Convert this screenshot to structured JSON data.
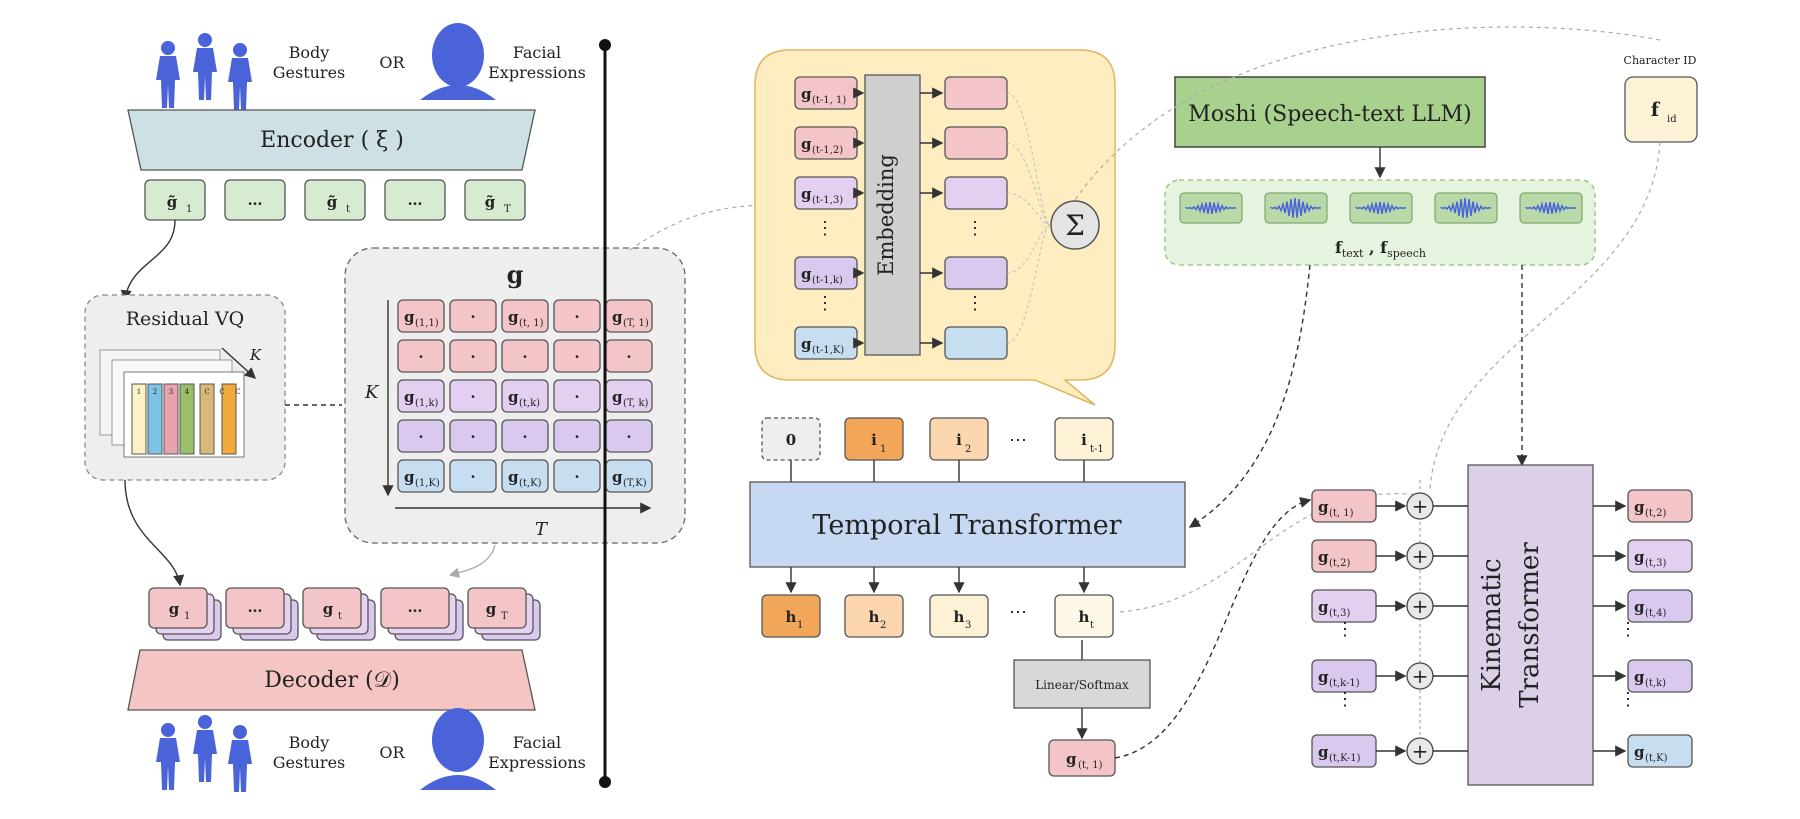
{
  "left": {
    "top_legend": {
      "body": "Body Gestures",
      "body_l1": "Body",
      "body_l2": "Gestures",
      "or": "OR",
      "face_l1": "Facial",
      "face_l2": "Expressions"
    },
    "bottom_legend": {
      "body_l1": "Body",
      "body_l2": "Gestures",
      "or": "OR",
      "face_l1": "Facial",
      "face_l2": "Expressions"
    },
    "encoder": "Encoder ( ξ )",
    "decoder": "Decoder (𝒟)",
    "residual_vq": "Residual VQ",
    "vq_k": "K",
    "latents": [
      "g̃",
      "…",
      "g̃",
      "…",
      "g̃"
    ],
    "latent_subs": [
      "1",
      "",
      "t",
      "",
      "T"
    ],
    "decoded": [
      "g",
      "…",
      "g",
      "…",
      "g"
    ],
    "decoded_subs": [
      "1",
      "",
      "t",
      "",
      "T"
    ],
    "grid_title": "g",
    "grid_k": "K",
    "grid_t": "T",
    "grid_cells": [
      [
        "(1,1)",
        "·",
        "(t, 1)",
        "·",
        "(T, 1)"
      ],
      [
        "·",
        "·",
        "·",
        "·",
        "·"
      ],
      [
        "(1,k)",
        "·",
        "(t,k)",
        "·",
        "(T, k)"
      ],
      [
        "·",
        "·",
        "·",
        "·",
        "·"
      ],
      [
        "(1,K)",
        "·",
        "(t,K)",
        "·",
        "(T,K)"
      ]
    ],
    "vq_codebook_digits": [
      "1",
      "2",
      "3",
      "4",
      "C",
      "C",
      "C"
    ]
  },
  "embedding": {
    "label": "Embedding",
    "inputs": [
      "(t-1, 1)",
      "(t-1,2)",
      "(t-1,3)",
      "⋮",
      "(t-1,k)",
      "⋮",
      "(t-1,K)"
    ],
    "sum": "Σ"
  },
  "moshi": {
    "label": "Moshi (Speech-text LLM)",
    "features": "f",
    "f_text": "text",
    "f_speech": "speech"
  },
  "character": {
    "caption": "Character ID",
    "label": "f",
    "sub": "id"
  },
  "temporal": {
    "label": "Temporal Transformer",
    "inputs": [
      "0",
      "i",
      "i",
      "⋯",
      "i"
    ],
    "input_subs": [
      "",
      "1",
      "2",
      "",
      "t-1"
    ],
    "outputs": [
      "h",
      "h",
      "h",
      "⋯",
      "h"
    ],
    "output_subs": [
      "1",
      "2",
      "3",
      "",
      "t"
    ],
    "linear": "Linear/Softmax",
    "pred": "g",
    "pred_sub": "(t, 1)"
  },
  "kinematic": {
    "label_l1": "Kinematic",
    "label_l2": "Transformer",
    "inputs": [
      "(t, 1)",
      "(t,2)",
      "(t,3)",
      "⋮",
      "(t,k-1)",
      "⋮",
      "(t,K-1)"
    ],
    "outputs": [
      "(t,2)",
      "(t,3)",
      "(t,4)",
      "⋮",
      "(t,k)",
      "⋮",
      "(t,K)"
    ],
    "plus": "+"
  },
  "colors": {
    "green": "#d6ebcf",
    "pink": "#f4c5c8",
    "lavender": "#d9c9ef",
    "blue": "#c7def0",
    "orange": "#f2a65a",
    "peach": "#fbd6ae",
    "cream": "#fdf1d6",
    "gray": "#dddddd",
    "encoder": "#cde0e3",
    "decoder": "#f5c5c3",
    "temporal": "#c7d8f3",
    "moshi": "#a9d18e",
    "bubble": "#fdedc0",
    "kinematic": "#dccfe8",
    "figure_blue": "#4a63d9"
  }
}
